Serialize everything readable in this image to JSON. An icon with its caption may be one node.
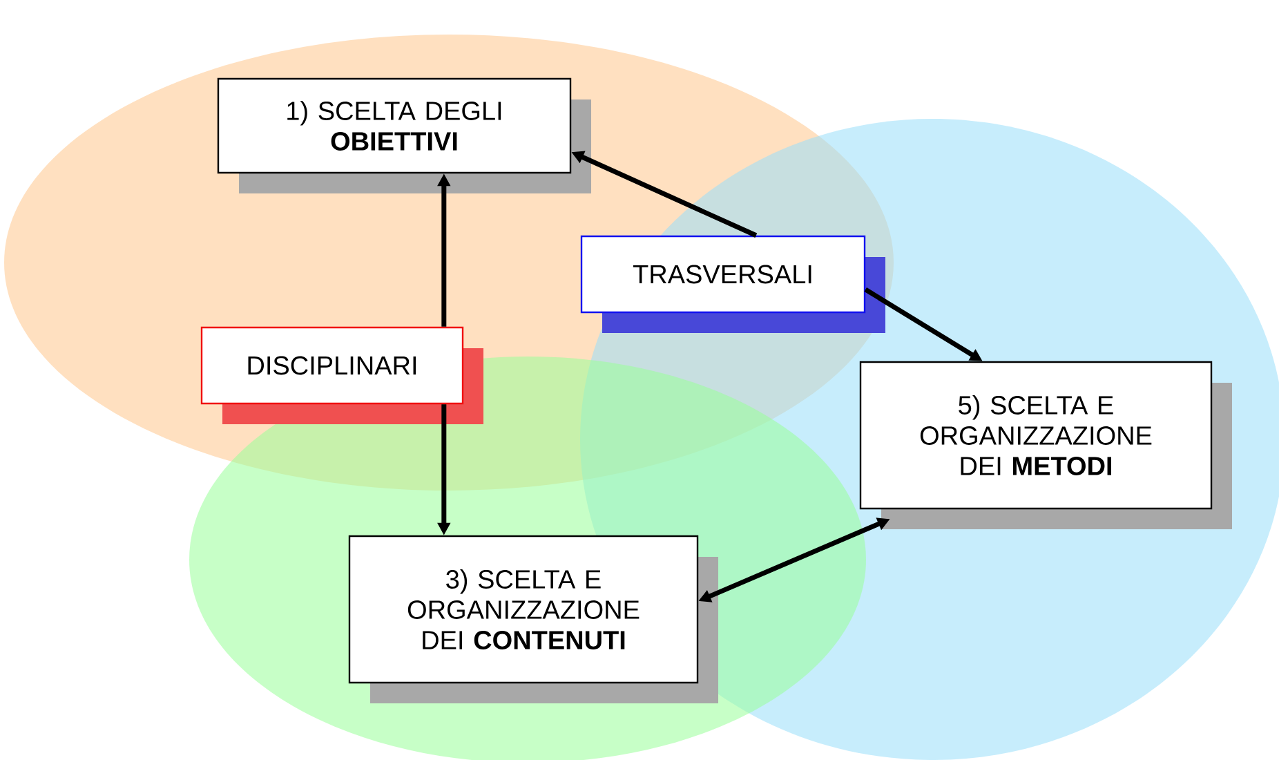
{
  "diagram": {
    "nodes": [
      {
        "text": [
          "1) SCELTA  DEGLI **OBIETTIVI**"
        ]
      },
      {
        "text": [
          "TRASVERSALI"
        ]
      },
      {
        "text": [
          "DISCIPLINARI"
        ]
      },
      {
        "text": [
          "5)  SCELTA E ORGANIZZAZIONE DEI **METODI**"
        ]
      },
      {
        "text": [
          "3) SCELTA E ORGANIZZAZIONE DEI **CONTENUTI**"
        ]
      }
    ],
    "edges": [
      {
        "from": 1,
        "to": 0,
        "arrow": "to"
      },
      {
        "from": 1,
        "to": 3,
        "arrow": "to"
      },
      {
        "from": 2,
        "to": 0,
        "arrow": "to"
      },
      {
        "from": 2,
        "to": 4,
        "arrow": "to"
      },
      {
        "from": 4,
        "to": 3,
        "arrow": "both"
      }
    ]
  }
}
